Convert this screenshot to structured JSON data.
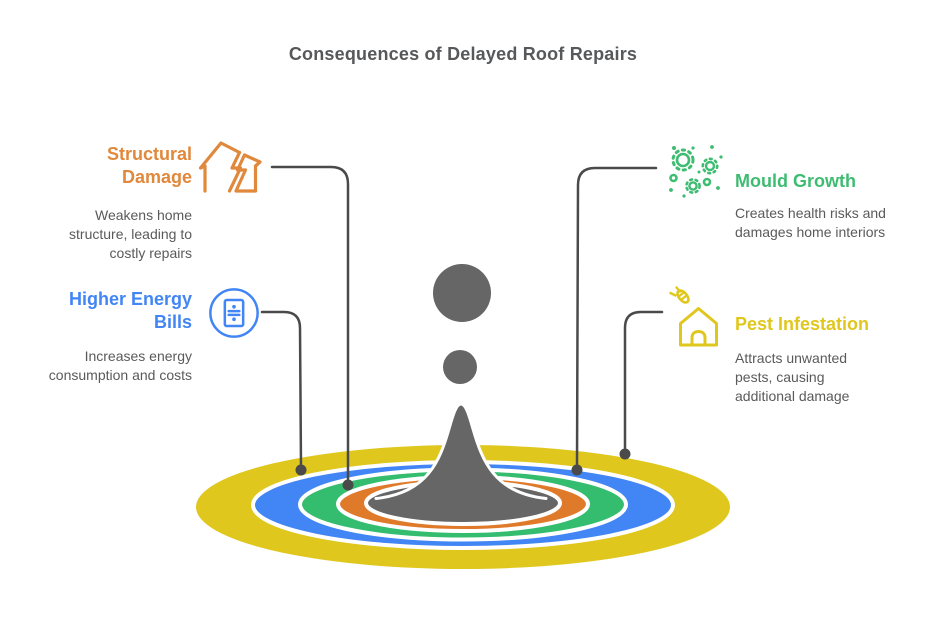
{
  "title": "Consequences of Delayed Roof Repairs",
  "palette": {
    "heading_gray": "#57585A",
    "body_gray": "#5A5A5A",
    "connector": "#4A4A4A",
    "water_gray": "#666666",
    "white": "#FFFFFF"
  },
  "items": [
    {
      "id": "structural-damage",
      "title": "Structural Damage",
      "description": "Weakens home structure, leading to costly repairs",
      "color": "#E0883B",
      "icon": "cracked-house-icon",
      "side": "left"
    },
    {
      "id": "higher-energy-bills",
      "title": "Higher Energy Bills",
      "description": "Increases energy consumption and costs",
      "color": "#4285F4",
      "icon": "energy-meter-icon",
      "side": "left"
    },
    {
      "id": "mould-growth",
      "title": "Mould Growth",
      "description": "Creates health risks and damages home interiors",
      "color": "#3EBC72",
      "icon": "mould-spores-icon",
      "side": "right"
    },
    {
      "id": "pest-infestation",
      "title": "Pest Infestation",
      "description": "Attracts unwanted pests, causing additional damage",
      "color": "#E0C71E",
      "icon": "pest-house-icon",
      "side": "right"
    }
  ],
  "splash": {
    "water_color": "#666666",
    "rings": [
      {
        "name": "outer-yellow",
        "color": "#E0C71E"
      },
      {
        "name": "blue",
        "color": "#4285F4"
      },
      {
        "name": "green",
        "color": "#35BD6F"
      },
      {
        "name": "orange",
        "color": "#E07A2B"
      },
      {
        "name": "center-pool",
        "color": "#666666"
      }
    ]
  }
}
